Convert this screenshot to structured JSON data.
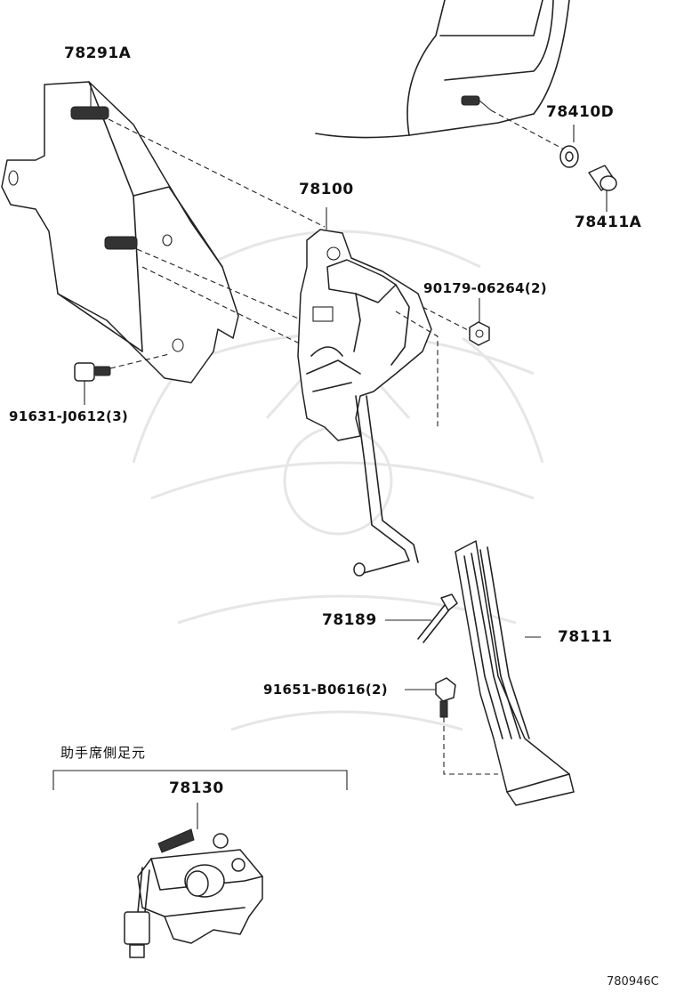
{
  "labels": {
    "p78291A": "78291A",
    "p78410D": "78410D",
    "p78411A": "78411A",
    "p78100": "78100",
    "p90179": "90179-06264(2)",
    "p91631": "91631-J0612(3)",
    "p78189": "78189",
    "p78111": "78111",
    "p91651": "91651-B0616(2)",
    "p78130": "78130",
    "passenger_side": "助手席側足元",
    "diagram_code": "780946C"
  },
  "colors": {
    "line": "#222222",
    "watermark": "#e6e6e6",
    "background": "#ffffff"
  },
  "icons": [
    "bracket",
    "bolt",
    "nut",
    "accelerator-sensor",
    "pedal-arm",
    "pedal-pad",
    "passenger-pedal-assembly"
  ]
}
